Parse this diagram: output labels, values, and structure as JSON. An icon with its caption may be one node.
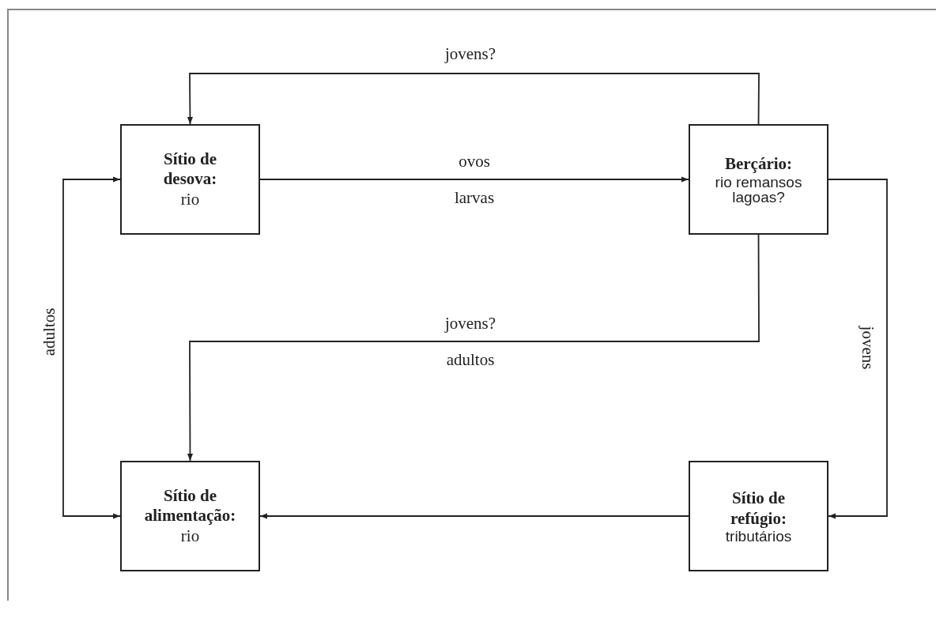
{
  "diagram": {
    "nodes": [
      {
        "text": [
          "Sítio de desova:",
          "rio"
        ]
      },
      {
        "text": [
          "Berçário:",
          "rio remansos lagoas?"
        ]
      },
      {
        "text": [
          "Sítio de alimentação:",
          "rio"
        ]
      },
      {
        "text": [
          "Sítio de refúgio:",
          "tributários"
        ]
      }
    ],
    "edges": [
      {
        "from": 0,
        "to": 1,
        "arrow": "to",
        "label": "ovos larvas"
      },
      {
        "from": 1,
        "to": 0,
        "arrow": "to",
        "label": "jovens?"
      },
      {
        "from": 1,
        "to": 2,
        "arrow": "to",
        "label": "jovens? adultos"
      },
      {
        "from": 1,
        "to": 3,
        "arrow": "to",
        "label": "jovens"
      },
      {
        "from": 3,
        "to": 2,
        "arrow": "to"
      },
      {
        "from": 2,
        "to": 0,
        "arrow": "both",
        "label": "adultos"
      }
    ]
  }
}
